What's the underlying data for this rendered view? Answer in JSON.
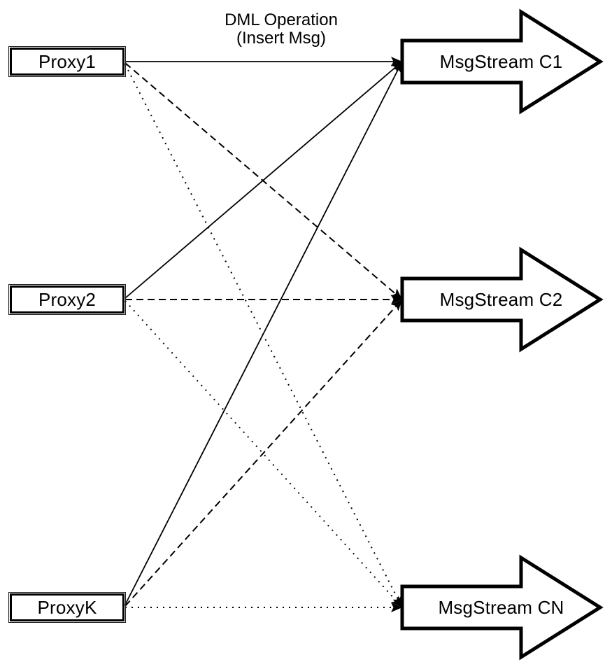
{
  "diagram": {
    "title": {
      "line1": "DML Operation",
      "line2": "(Insert Msg)"
    },
    "proxies": [
      {
        "label": "Proxy1"
      },
      {
        "label": "Proxy2"
      },
      {
        "label": "ProxyK"
      }
    ],
    "streams": [
      {
        "label": "MsgStream C1"
      },
      {
        "label": "MsgStream C2"
      },
      {
        "label": "MsgStream CN"
      }
    ],
    "connections": [
      {
        "from": "Proxy1",
        "to": "MsgStream C1",
        "line_style": "solid"
      },
      {
        "from": "Proxy1",
        "to": "MsgStream C2",
        "line_style": "dashed"
      },
      {
        "from": "Proxy1",
        "to": "MsgStream CN",
        "line_style": "dotted"
      },
      {
        "from": "Proxy2",
        "to": "MsgStream C1",
        "line_style": "solid"
      },
      {
        "from": "Proxy2",
        "to": "MsgStream C2",
        "line_style": "dashed"
      },
      {
        "from": "Proxy2",
        "to": "MsgStream CN",
        "line_style": "dotted"
      },
      {
        "from": "ProxyK",
        "to": "MsgStream C1",
        "line_style": "solid"
      },
      {
        "from": "ProxyK",
        "to": "MsgStream C2",
        "line_style": "dashed"
      },
      {
        "from": "ProxyK",
        "to": "MsgStream CN",
        "line_style": "dotted"
      }
    ],
    "colors": {
      "stroke": "#000000",
      "shape_fill": "#ffffff",
      "background": "#ffffff"
    }
  }
}
